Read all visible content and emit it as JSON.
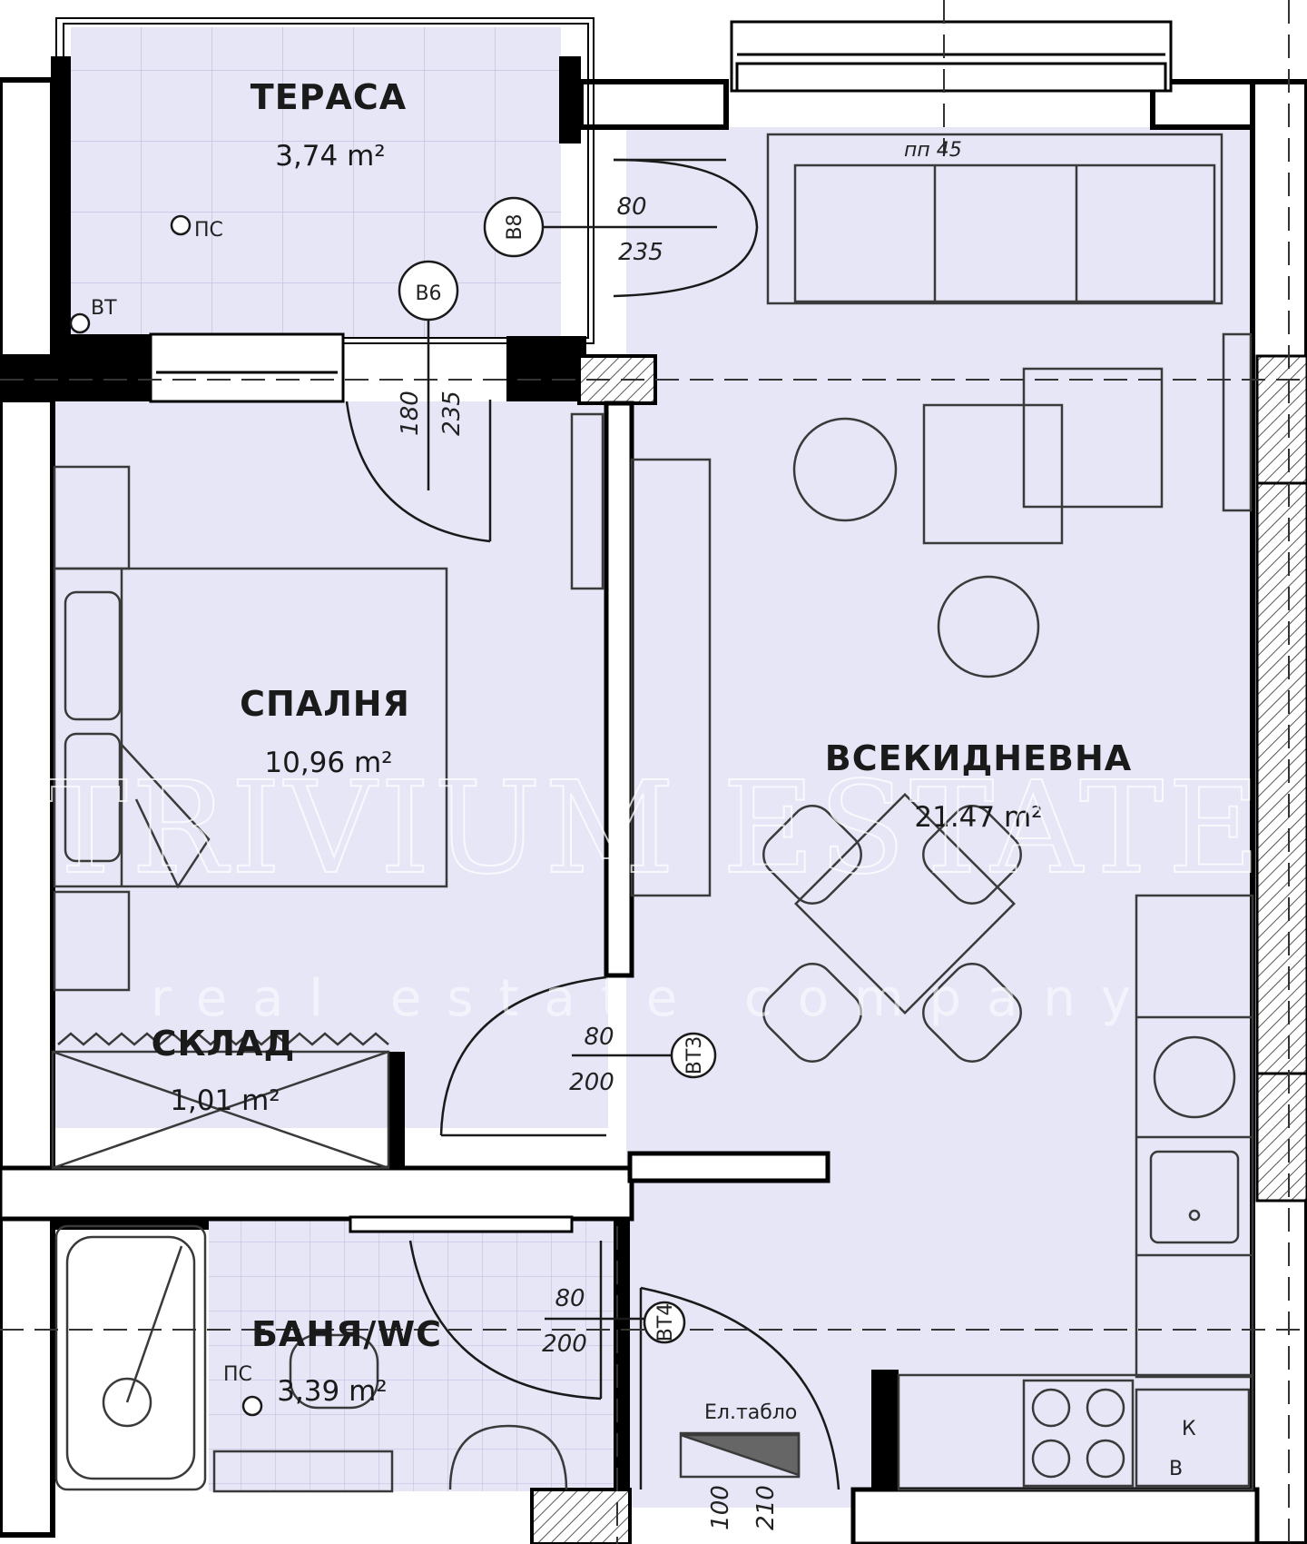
{
  "plan": {
    "colors": {
      "floor": "#e6e6f7",
      "tile_line": "#c7c7e4",
      "wall": "#000000",
      "hatch": "#555555",
      "furniture": "#3a3a3a",
      "watermark": "#ffffff"
    },
    "rooms": {
      "terrace": {
        "name": "ТЕРАСА",
        "area": "3,74 m²"
      },
      "bedroom": {
        "name": "СПАЛНЯ",
        "area": "10,96 m²"
      },
      "living": {
        "name": "ВСЕКИДНЕВНА",
        "area": "21.47 m²"
      },
      "storage": {
        "name": "СКЛАД",
        "area": "1,01 m²"
      },
      "bathroom": {
        "name": "БАНЯ/WC",
        "area": "3,39 m²"
      }
    },
    "tags": {
      "ps_terrace": "ПС",
      "bt_terrace": "ВТ",
      "ps_bath": "ПС",
      "sill": "пп 45",
      "el_panel": "Ел.табло",
      "boiler": "В",
      "boiler_k": "К"
    },
    "doors": {
      "b8": {
        "code": "В8",
        "width": "80",
        "height": "235"
      },
      "b6": {
        "code": "В6",
        "width": "180",
        "height": "235"
      },
      "bt3": {
        "code": "ВТ3",
        "width": "80",
        "height": "200"
      },
      "bt4": {
        "code": "ВТ4",
        "width": "80",
        "height": "200"
      },
      "panel": {
        "width": "100",
        "height": "210"
      }
    },
    "watermark": {
      "brand": "TRIVIUM ESTATE",
      "tagline": "real estate company"
    }
  }
}
